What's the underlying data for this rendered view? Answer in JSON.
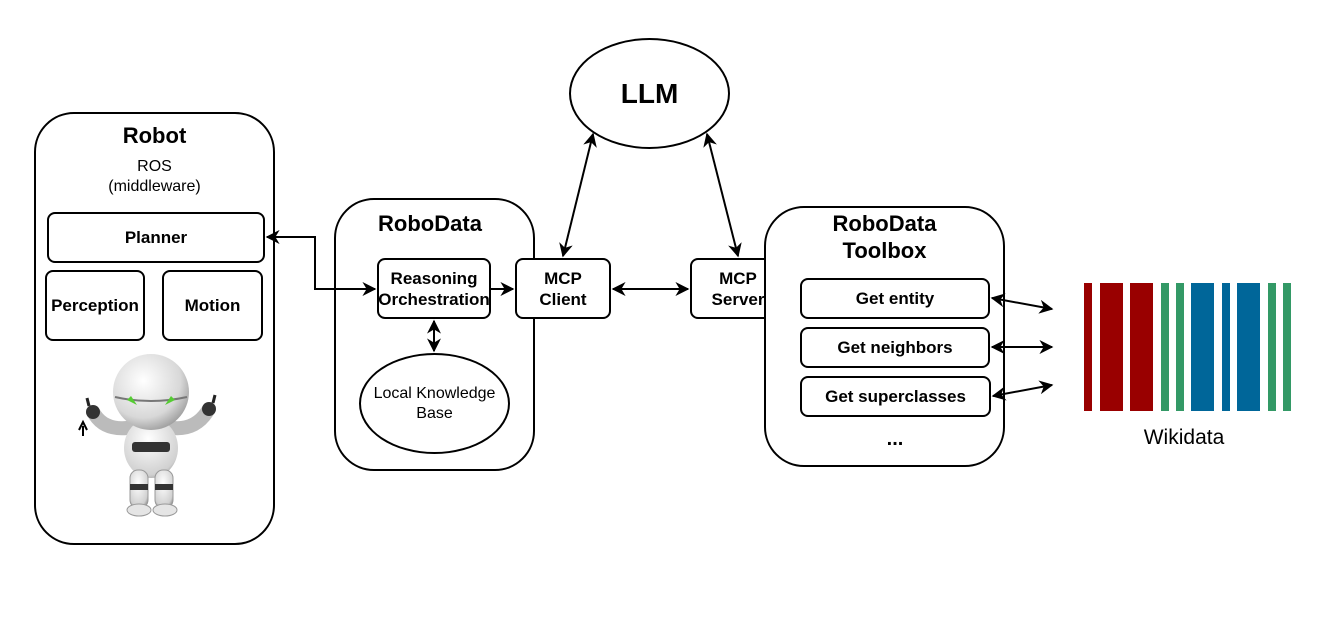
{
  "robot": {
    "title": "Robot",
    "middleware_line1": "ROS",
    "middleware_line2": "(middleware)",
    "planner": "Planner",
    "perception": "Perception",
    "motion": "Motion"
  },
  "robodata": {
    "title": "RoboData",
    "reasoning_line1": "Reasoning",
    "reasoning_line2": "Orchestration",
    "mcp_client_line1": "MCP",
    "mcp_client_line2": "Client",
    "kb_line1": "Local Knowledge",
    "kb_line2": "Base"
  },
  "llm": {
    "label": "LLM"
  },
  "toolbox": {
    "title_line1": "RoboData",
    "title_line2": "Toolbox",
    "mcp_server_line1": "MCP",
    "mcp_server_line2": "Server",
    "tools": [
      "Get entity",
      "Get neighbors",
      "Get superclasses"
    ],
    "more": "..."
  },
  "wikidata": {
    "label": "Wikidata",
    "colors": {
      "red": "#990000",
      "green": "#339966",
      "blue": "#006699"
    }
  }
}
